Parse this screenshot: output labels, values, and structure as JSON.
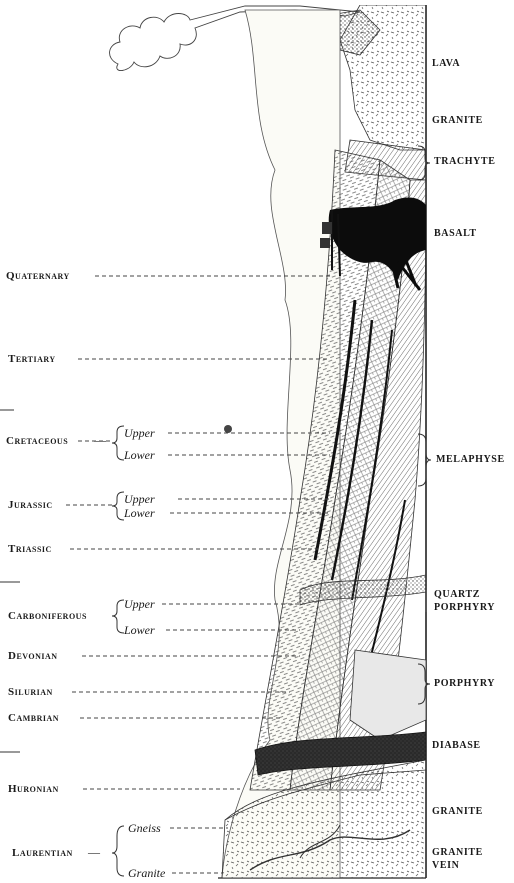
{
  "eras": [
    {
      "id": "quaternary",
      "label": "Quaternary"
    },
    {
      "id": "tertiary",
      "label": "Tertiary"
    },
    {
      "id": "cretaceous",
      "label": "Cretaceous",
      "divisions": [
        "Upper",
        "Lower"
      ]
    },
    {
      "id": "jurassic",
      "label": "Jurassic",
      "divisions": [
        "Upper",
        "Lower"
      ]
    },
    {
      "id": "triassic",
      "label": "Triassic"
    },
    {
      "id": "carboniferous",
      "label": "Carboniferous",
      "divisions": [
        "Upper",
        "Lower"
      ]
    },
    {
      "id": "devonian",
      "label": "Devonian"
    },
    {
      "id": "silurian",
      "label": "Silurian"
    },
    {
      "id": "cambrian",
      "label": "Cambrian"
    },
    {
      "id": "huronian",
      "label": "Huronian"
    },
    {
      "id": "laurentian",
      "label": "Laurentian",
      "divisions": [
        "Gneiss",
        "Granite"
      ]
    }
  ],
  "rocks": [
    {
      "id": "lava",
      "label": "LAVA"
    },
    {
      "id": "granite-top",
      "label": "GRANITE"
    },
    {
      "id": "trachyte",
      "label": "TRACHYTE"
    },
    {
      "id": "basalt",
      "label": "BASALT"
    },
    {
      "id": "melaphyse",
      "label": "MELAPHYSE"
    },
    {
      "id": "quartz-porphyry",
      "label": "QUARTZ PORPHYRY",
      "lines": [
        "QUARTZ",
        "PORPHYRY"
      ]
    },
    {
      "id": "porphyry",
      "label": "PORPHYRY"
    },
    {
      "id": "diabase",
      "label": "DIABASE"
    },
    {
      "id": "granite-bottom",
      "label": "GRANITE"
    },
    {
      "id": "granite-vein",
      "label": "GRANITE VEIN",
      "lines": [
        "GRANITE",
        "VEIN"
      ]
    }
  ]
}
